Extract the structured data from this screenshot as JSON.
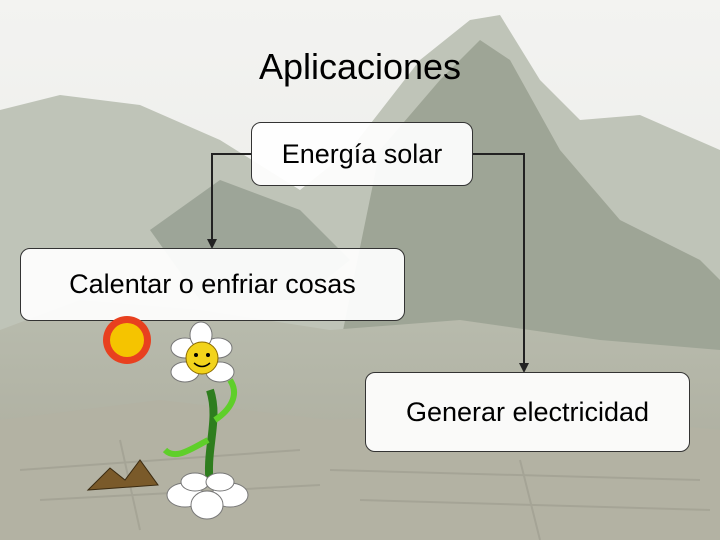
{
  "slide": {
    "title": "Aplicaciones"
  },
  "diagram": {
    "root": {
      "label": "Energía solar"
    },
    "children": [
      {
        "label": "Calentar o enfriar cosas"
      },
      {
        "label": "Generar electricidad"
      }
    ]
  },
  "colors": {
    "connector": "#222222",
    "box_border": "#333333",
    "sun": "#f5c400"
  },
  "icons": [
    "sun-icon",
    "flower-icon",
    "mountains-icon"
  ]
}
